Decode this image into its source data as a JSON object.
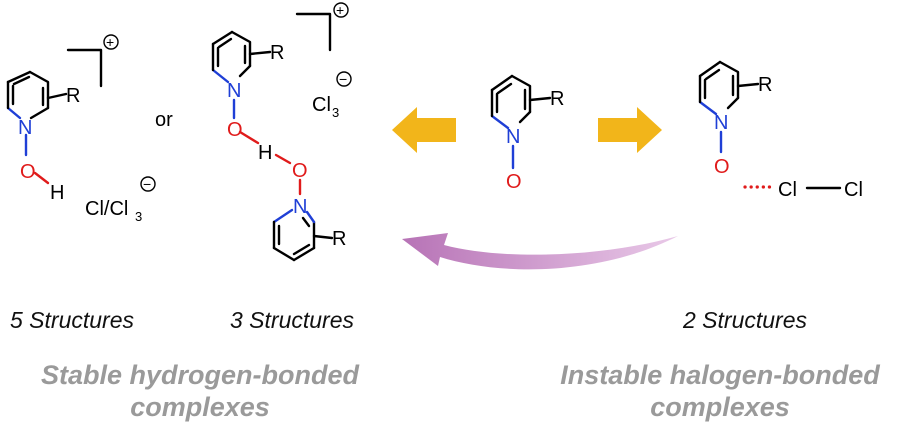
{
  "labels": {
    "R": "R",
    "N": "N",
    "O": "O",
    "H": "H",
    "Cl": "Cl",
    "or": "or",
    "cl_cl3": "Cl/Cl",
    "cl3_sub": "3",
    "cl3": "Cl",
    "charge_minus": "−",
    "charge_plus": "+"
  },
  "counts": {
    "left": "5 Structures",
    "middle": "3 Structures",
    "right": "2 Structures"
  },
  "headings": {
    "stable_line1": "Stable hydrogen-bonded",
    "stable_line2": "complexes",
    "instable_line1": "Instable halogen-bonded",
    "instable_line2": "complexes"
  },
  "colors": {
    "nitrogen": "#1f3fd6",
    "oxygen": "#e01b1b",
    "arrow_orange": "#f2b51a",
    "arrow_purple": "#c587c3",
    "heading_gray": "#9a9a9a"
  }
}
